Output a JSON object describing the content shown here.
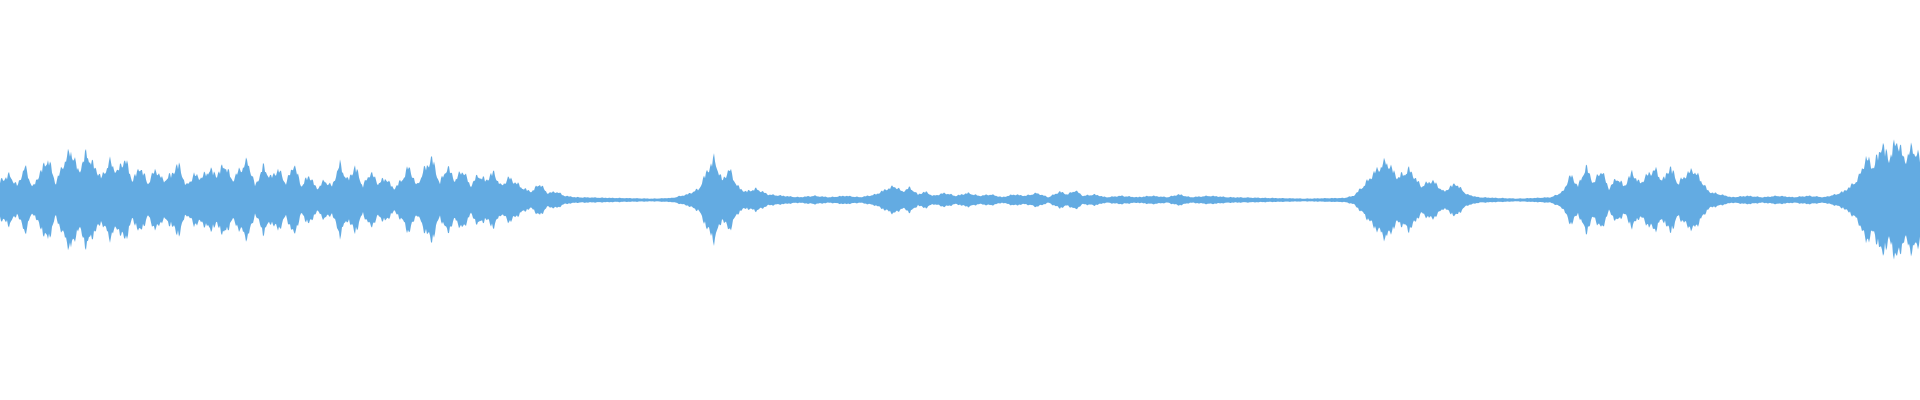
{
  "waveform": {
    "color": "#63ABE2",
    "background": "#FFFFFF",
    "envelope": [
      [
        0.0,
        0.14
      ],
      [
        0.005,
        0.18
      ],
      [
        0.009,
        0.1
      ],
      [
        0.013,
        0.24
      ],
      [
        0.017,
        0.09
      ],
      [
        0.021,
        0.2
      ],
      [
        0.025,
        0.3
      ],
      [
        0.029,
        0.12
      ],
      [
        0.033,
        0.26
      ],
      [
        0.037,
        0.36
      ],
      [
        0.041,
        0.2
      ],
      [
        0.045,
        0.34
      ],
      [
        0.049,
        0.24
      ],
      [
        0.053,
        0.16
      ],
      [
        0.057,
        0.28
      ],
      [
        0.061,
        0.2
      ],
      [
        0.065,
        0.3
      ],
      [
        0.069,
        0.14
      ],
      [
        0.073,
        0.24
      ],
      [
        0.077,
        0.12
      ],
      [
        0.081,
        0.22
      ],
      [
        0.085,
        0.14
      ],
      [
        0.089,
        0.18
      ],
      [
        0.093,
        0.26
      ],
      [
        0.097,
        0.1
      ],
      [
        0.101,
        0.18
      ],
      [
        0.105,
        0.16
      ],
      [
        0.109,
        0.22
      ],
      [
        0.113,
        0.18
      ],
      [
        0.117,
        0.26
      ],
      [
        0.121,
        0.14
      ],
      [
        0.125,
        0.22
      ],
      [
        0.129,
        0.28
      ],
      [
        0.133,
        0.1
      ],
      [
        0.137,
        0.24
      ],
      [
        0.141,
        0.16
      ],
      [
        0.145,
        0.22
      ],
      [
        0.149,
        0.12
      ],
      [
        0.153,
        0.26
      ],
      [
        0.157,
        0.1
      ],
      [
        0.161,
        0.18
      ],
      [
        0.165,
        0.08
      ],
      [
        0.169,
        0.14
      ],
      [
        0.173,
        0.1
      ],
      [
        0.177,
        0.26
      ],
      [
        0.181,
        0.14
      ],
      [
        0.185,
        0.24
      ],
      [
        0.189,
        0.1
      ],
      [
        0.193,
        0.2
      ],
      [
        0.197,
        0.12
      ],
      [
        0.201,
        0.16
      ],
      [
        0.205,
        0.08
      ],
      [
        0.209,
        0.14
      ],
      [
        0.213,
        0.24
      ],
      [
        0.217,
        0.1
      ],
      [
        0.221,
        0.22
      ],
      [
        0.225,
        0.3
      ],
      [
        0.229,
        0.12
      ],
      [
        0.233,
        0.24
      ],
      [
        0.237,
        0.14
      ],
      [
        0.241,
        0.22
      ],
      [
        0.245,
        0.1
      ],
      [
        0.249,
        0.18
      ],
      [
        0.253,
        0.14
      ],
      [
        0.257,
        0.2
      ],
      [
        0.261,
        0.1
      ],
      [
        0.265,
        0.16
      ],
      [
        0.269,
        0.12
      ],
      [
        0.273,
        0.08
      ],
      [
        0.277,
        0.06
      ],
      [
        0.281,
        0.12
      ],
      [
        0.285,
        0.05
      ],
      [
        0.29,
        0.06
      ],
      [
        0.294,
        0.03
      ],
      [
        0.3,
        0.02
      ],
      [
        0.32,
        0.015
      ],
      [
        0.34,
        0.01
      ],
      [
        0.35,
        0.015
      ],
      [
        0.358,
        0.04
      ],
      [
        0.364,
        0.08
      ],
      [
        0.368,
        0.2
      ],
      [
        0.372,
        0.3
      ],
      [
        0.376,
        0.14
      ],
      [
        0.38,
        0.22
      ],
      [
        0.384,
        0.1
      ],
      [
        0.388,
        0.06
      ],
      [
        0.394,
        0.08
      ],
      [
        0.4,
        0.04
      ],
      [
        0.408,
        0.03
      ],
      [
        0.416,
        0.02
      ],
      [
        0.424,
        0.03
      ],
      [
        0.432,
        0.02
      ],
      [
        0.44,
        0.03
      ],
      [
        0.448,
        0.02
      ],
      [
        0.456,
        0.04
      ],
      [
        0.462,
        0.08
      ],
      [
        0.466,
        0.1
      ],
      [
        0.47,
        0.06
      ],
      [
        0.474,
        0.09
      ],
      [
        0.478,
        0.04
      ],
      [
        0.482,
        0.06
      ],
      [
        0.486,
        0.03
      ],
      [
        0.492,
        0.05
      ],
      [
        0.498,
        0.03
      ],
      [
        0.504,
        0.05
      ],
      [
        0.51,
        0.03
      ],
      [
        0.516,
        0.04
      ],
      [
        0.522,
        0.02
      ],
      [
        0.528,
        0.04
      ],
      [
        0.534,
        0.03
      ],
      [
        0.54,
        0.05
      ],
      [
        0.546,
        0.02
      ],
      [
        0.552,
        0.06
      ],
      [
        0.556,
        0.04
      ],
      [
        0.56,
        0.07
      ],
      [
        0.564,
        0.03
      ],
      [
        0.57,
        0.04
      ],
      [
        0.576,
        0.02
      ],
      [
        0.584,
        0.03
      ],
      [
        0.592,
        0.02
      ],
      [
        0.6,
        0.03
      ],
      [
        0.608,
        0.02
      ],
      [
        0.614,
        0.04
      ],
      [
        0.62,
        0.02
      ],
      [
        0.63,
        0.03
      ],
      [
        0.64,
        0.02
      ],
      [
        0.66,
        0.015
      ],
      [
        0.68,
        0.01
      ],
      [
        0.7,
        0.015
      ],
      [
        0.705,
        0.03
      ],
      [
        0.71,
        0.1
      ],
      [
        0.716,
        0.2
      ],
      [
        0.722,
        0.28
      ],
      [
        0.728,
        0.16
      ],
      [
        0.734,
        0.22
      ],
      [
        0.74,
        0.1
      ],
      [
        0.746,
        0.14
      ],
      [
        0.752,
        0.06
      ],
      [
        0.758,
        0.12
      ],
      [
        0.764,
        0.04
      ],
      [
        0.77,
        0.02
      ],
      [
        0.79,
        0.01
      ],
      [
        0.8,
        0.015
      ],
      [
        0.808,
        0.02
      ],
      [
        0.814,
        0.06
      ],
      [
        0.818,
        0.18
      ],
      [
        0.822,
        0.1
      ],
      [
        0.826,
        0.24
      ],
      [
        0.83,
        0.12
      ],
      [
        0.834,
        0.22
      ],
      [
        0.838,
        0.08
      ],
      [
        0.842,
        0.16
      ],
      [
        0.846,
        0.1
      ],
      [
        0.85,
        0.2
      ],
      [
        0.854,
        0.12
      ],
      [
        0.858,
        0.18
      ],
      [
        0.862,
        0.22
      ],
      [
        0.866,
        0.14
      ],
      [
        0.87,
        0.24
      ],
      [
        0.874,
        0.12
      ],
      [
        0.878,
        0.18
      ],
      [
        0.882,
        0.22
      ],
      [
        0.886,
        0.14
      ],
      [
        0.89,
        0.06
      ],
      [
        0.896,
        0.04
      ],
      [
        0.902,
        0.02
      ],
      [
        0.91,
        0.03
      ],
      [
        0.918,
        0.02
      ],
      [
        0.926,
        0.03
      ],
      [
        0.934,
        0.02
      ],
      [
        0.942,
        0.03
      ],
      [
        0.95,
        0.02
      ],
      [
        0.956,
        0.04
      ],
      [
        0.96,
        0.06
      ],
      [
        0.964,
        0.1
      ],
      [
        0.968,
        0.16
      ],
      [
        0.972,
        0.3
      ],
      [
        0.976,
        0.24
      ],
      [
        0.98,
        0.4
      ],
      [
        0.984,
        0.3
      ],
      [
        0.988,
        0.44
      ],
      [
        0.992,
        0.28
      ],
      [
        0.996,
        0.38
      ],
      [
        1.0,
        0.3
      ]
    ]
  }
}
